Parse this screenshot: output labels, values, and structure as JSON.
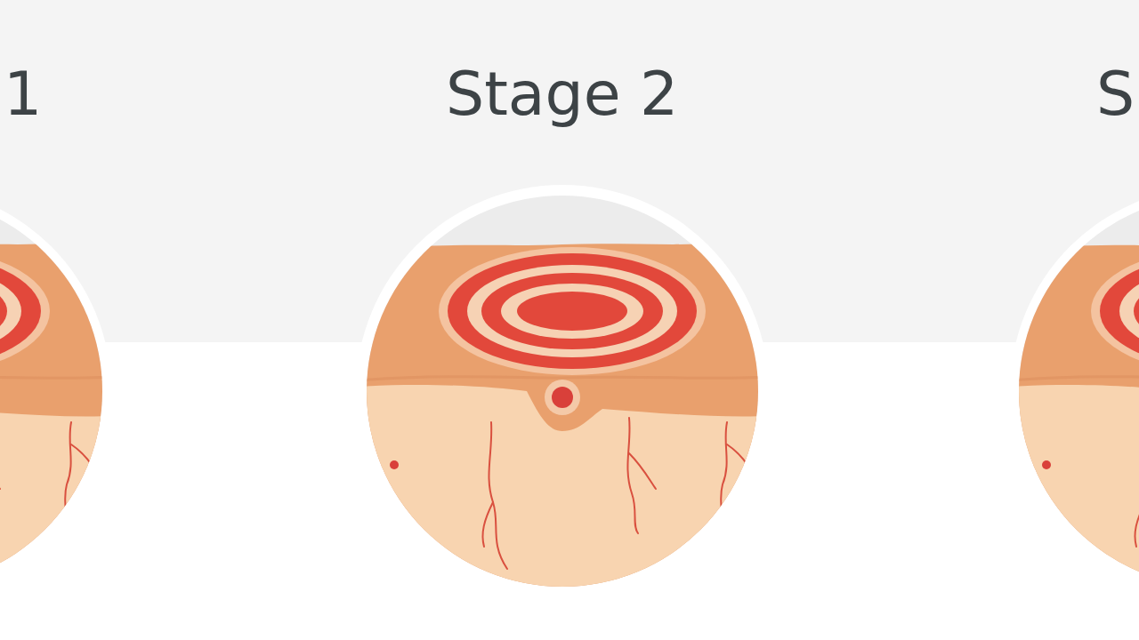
{
  "diagram": {
    "title": "Stage 2",
    "labels": [
      "1",
      "S"
    ]
  }
}
